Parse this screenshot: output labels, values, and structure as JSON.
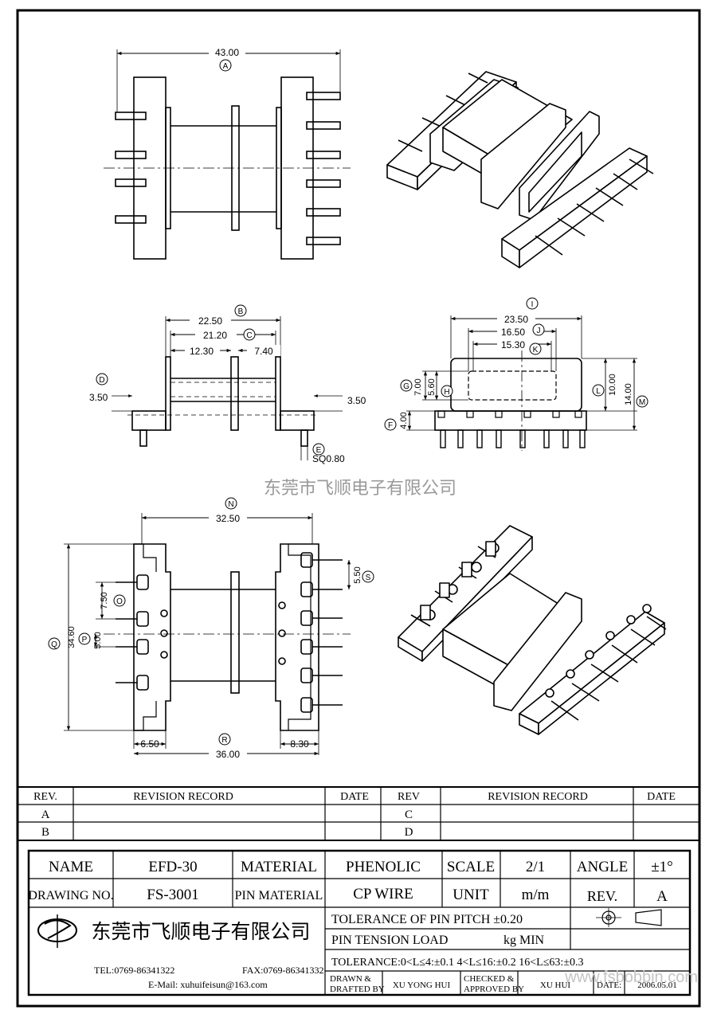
{
  "watermark": "东莞市飞顺电子有限公司",
  "dimensions": {
    "top_width": "43.00",
    "side_b": "22.50",
    "side_c": "21.20",
    "side_left": "12.30",
    "side_right": "7.40",
    "side_d_left": "3.50",
    "side_d_right": "3.50",
    "side_e": "SQ0.80",
    "end_i": "23.50",
    "end_j": "16.50",
    "end_k": "15.30",
    "end_g": "7.00",
    "end_h": "5.60",
    "end_f": "4.00",
    "end_l": "10.00",
    "end_m": "14.00",
    "bottom_n": "32.50",
    "bottom_s": "5.50",
    "bottom_o": "7.50",
    "bottom_p": "5.00",
    "bottom_q": "34.60",
    "bottom_left": "6.50",
    "bottom_r": "36.00",
    "bottom_right": "8.30"
  },
  "callouts": {
    "a": "A",
    "b": "B",
    "c": "C",
    "d": "D",
    "e": "E",
    "f": "F",
    "g": "G",
    "h": "H",
    "i": "I",
    "j": "J",
    "k": "K",
    "l": "L",
    "m": "M",
    "n": "N",
    "o": "O",
    "p": "P",
    "q": "Q",
    "r": "R",
    "s": "S"
  },
  "revision_table": {
    "rev_header": "REV.",
    "record_header": "REVISION RECORD",
    "date_header": "DATE",
    "rev_header_2": "REV",
    "rows_left": [
      "A",
      "B"
    ],
    "rows_right": [
      "C",
      "D"
    ]
  },
  "title_block": {
    "name_label": "NAME",
    "name_value": "EFD-30",
    "material_label": "MATERIAL",
    "material_value": "PHENOLIC",
    "scale_label": "SCALE",
    "scale_value": "2/1",
    "angle_label": "ANGLE",
    "angle_value": "±1°",
    "drawing_no_label": "DRAWING NO.",
    "drawing_no_value": "FS-3001",
    "pin_material_label": "PIN MATERIAL",
    "pin_material_value": "CP WIRE",
    "unit_label": "UNIT",
    "unit_value": "m/m",
    "rev_label": "REV.",
    "rev_value": "A",
    "company": "东莞市飞顺电子有限公司",
    "tolerance_pitch": "TOLERANCE OF PIN PITCH ±0.20",
    "pin_tension_label": "PIN TENSION   LOAD",
    "pin_tension_unit": "kg MIN",
    "tolerance_general": "TOLERANCE:0<L≤4:±0.1   4<L≤16:±0.2   16<L≤63:±0.3",
    "tel": "TEL:0769-86341322",
    "fax": "FAX:0769-86341332",
    "email": "E-Mail: xuhuifeisun@163.com",
    "drawn_label_1": "DRAWN &",
    "drawn_label_2": "DRAFTED BY",
    "drawn_value": "XU YONG HUI",
    "checked_label_1": "CHECKED &",
    "checked_label_2": "APPROVED BY",
    "checked_value": "XU     HUI",
    "date_label": "DATE:",
    "date_value": "2006.05.01",
    "website": "www.fsbobbin.com"
  }
}
